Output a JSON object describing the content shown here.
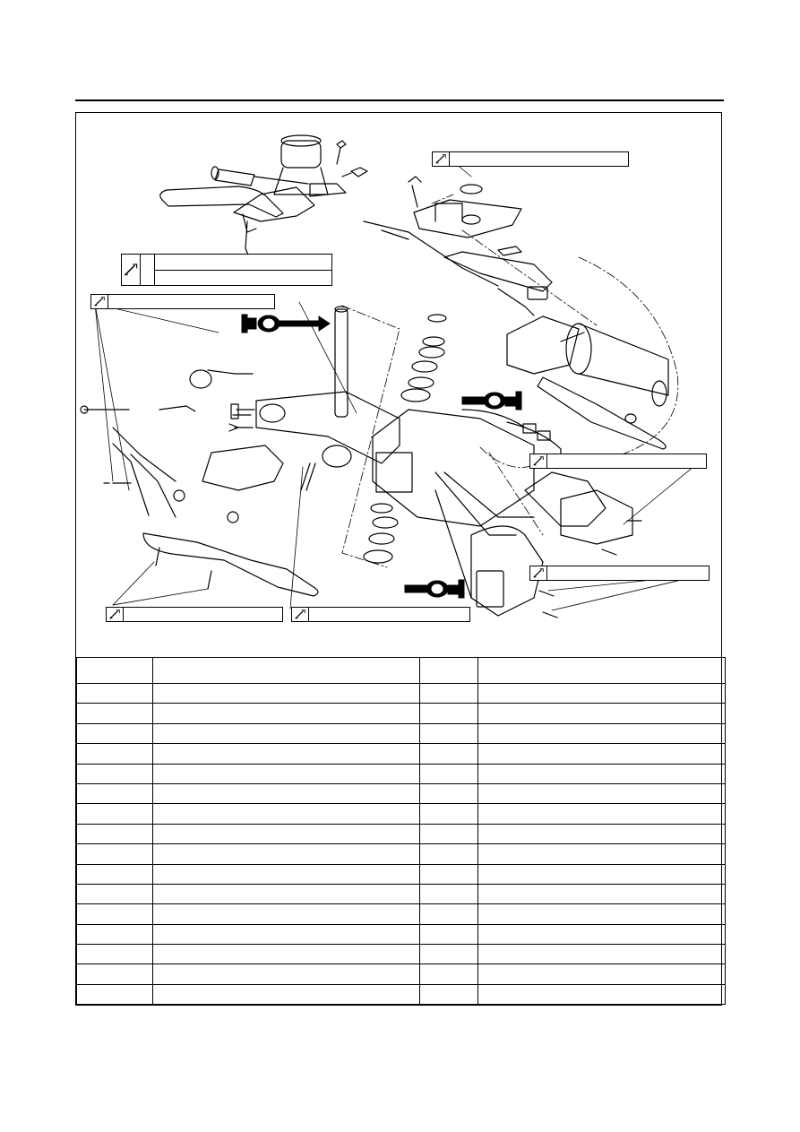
{
  "page": {
    "header_rule": true
  },
  "diagram": {
    "name": "handlebar-and-steering-exploded-view",
    "tool_icon": "wrench-icon"
  },
  "table": {
    "columns": 4,
    "rows": 17,
    "cells": []
  },
  "colors": {
    "line": "#000000",
    "background": "#ffffff"
  }
}
